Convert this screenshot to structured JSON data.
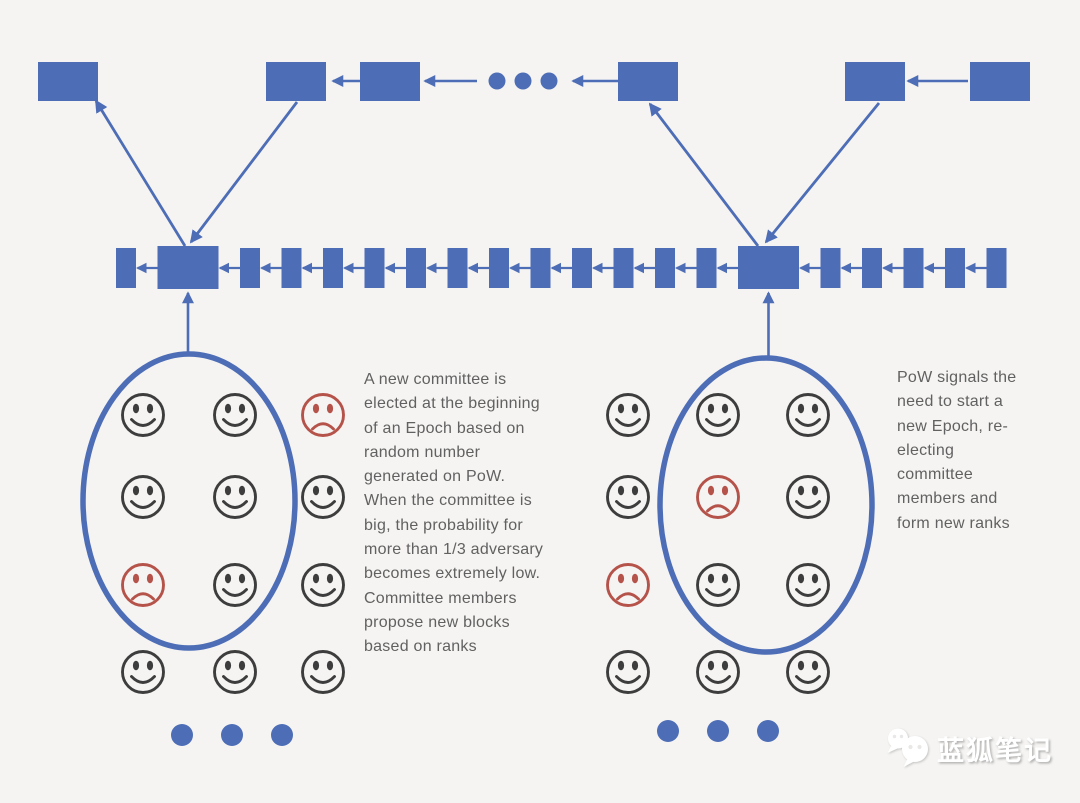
{
  "colors": {
    "background": "#f5f4f2",
    "block_blue": "#4d6db6",
    "honest_face": "#3d3d3d",
    "adversary_face": "#b5534a",
    "annotation_text": "#616161",
    "watermark_text": "#ffffff"
  },
  "top_chain": {
    "block_count": 6,
    "ellipsis_dot_count": 3
  },
  "main_chain": {
    "small_blocks_before_epoch1": 1,
    "epoch_block_count": 2,
    "small_blocks_between_epochs": 12,
    "small_blocks_after_epoch2": 5
  },
  "committees": {
    "left": {
      "rows": [
        [
          "smile",
          "smile",
          "frown"
        ],
        [
          "smile",
          "smile",
          "smile"
        ],
        [
          "frown",
          "smile",
          "smile"
        ],
        [
          "smile",
          "smile",
          "smile"
        ]
      ],
      "ellipsis_dot_count": 3
    },
    "right": {
      "rows": [
        [
          "smile",
          "smile",
          "smile"
        ],
        [
          "smile",
          "frown",
          "smile"
        ],
        [
          "frown",
          "smile",
          "smile"
        ],
        [
          "smile",
          "smile",
          "smile"
        ]
      ],
      "ellipsis_dot_count": 3
    }
  },
  "annotations": {
    "left": "A new committee is\nelected at the beginning\nof an Epoch based on\nrandom number\ngenerated on PoW.\nWhen the committee is\nbig, the probability for\nmore than 1/3 adversary\nbecomes extremely low.\nCommittee members\npropose new blocks\nbased on ranks",
    "right": "PoW signals the\nneed to start a\nnew Epoch, re-\nelecting\ncommittee\nmembers and\nform new ranks"
  },
  "watermark": {
    "icon": "wechat-icon",
    "label": "蓝狐笔记"
  }
}
